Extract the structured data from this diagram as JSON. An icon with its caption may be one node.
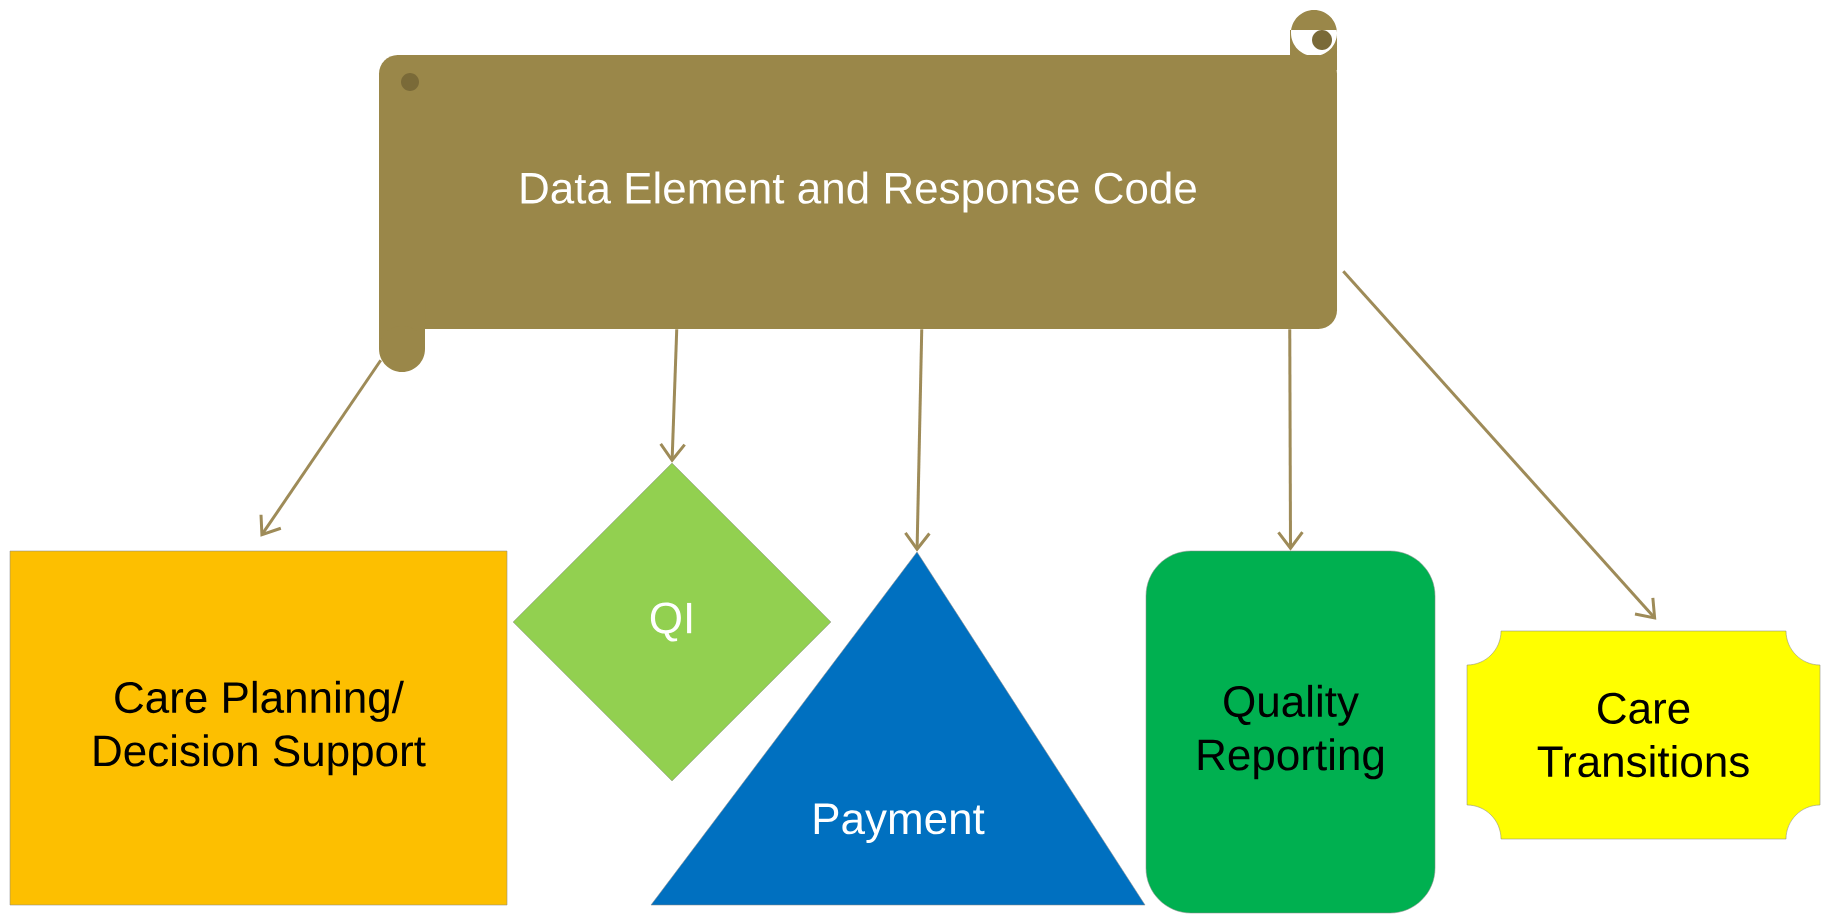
{
  "diagram": {
    "nodes": [
      {
        "text": [
          "Data Element and Response Code"
        ]
      },
      {
        "text": [
          "Care Planning/ Decision Support"
        ]
      },
      {
        "text": [
          "QI"
        ]
      },
      {
        "text": [
          "Payment"
        ]
      },
      {
        "text": [
          "Quality Reporting"
        ]
      },
      {
        "text": [
          "Care Transitions"
        ]
      }
    ],
    "edges": [
      {
        "from": 0,
        "to": 1,
        "arrow": "to"
      },
      {
        "from": 0,
        "to": 2,
        "arrow": "to"
      },
      {
        "from": 0,
        "to": 3,
        "arrow": "to"
      },
      {
        "from": 0,
        "to": 4,
        "arrow": "to"
      },
      {
        "from": 0,
        "to": 5,
        "arrow": "to"
      }
    ]
  }
}
